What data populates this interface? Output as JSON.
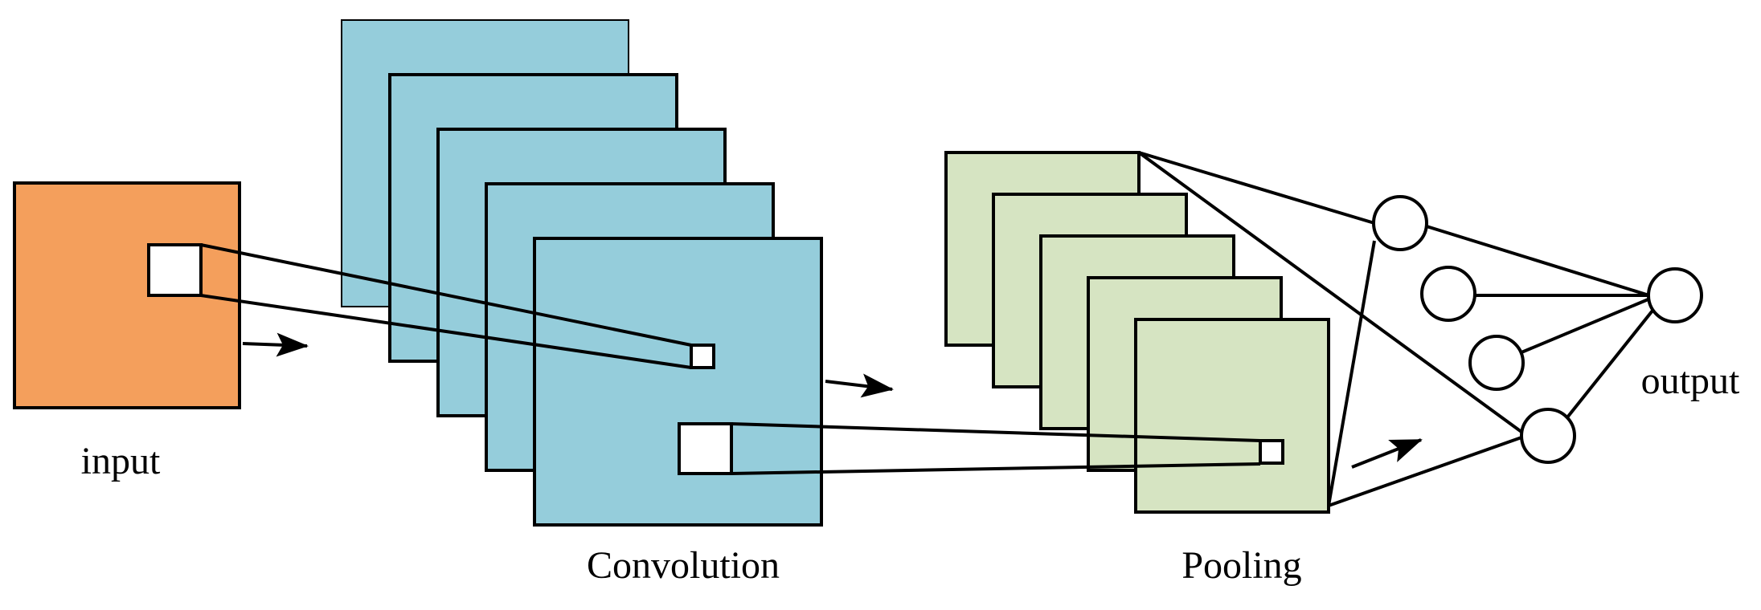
{
  "labels": {
    "input": "input",
    "convolution": "Convolution",
    "pooling": "Pooling",
    "output": "output"
  },
  "colors": {
    "input_fill": "#F49F5C",
    "conv_fill": "#95CDDB",
    "pool_fill": "#D6E4C2",
    "stroke": "#000000",
    "patch_fill": "#FFFFFF",
    "background": "#FFFFFF"
  },
  "counts": {
    "convolution_maps": 5,
    "pooling_maps": 5,
    "hidden_neurons": 4,
    "output_neurons": 1
  }
}
